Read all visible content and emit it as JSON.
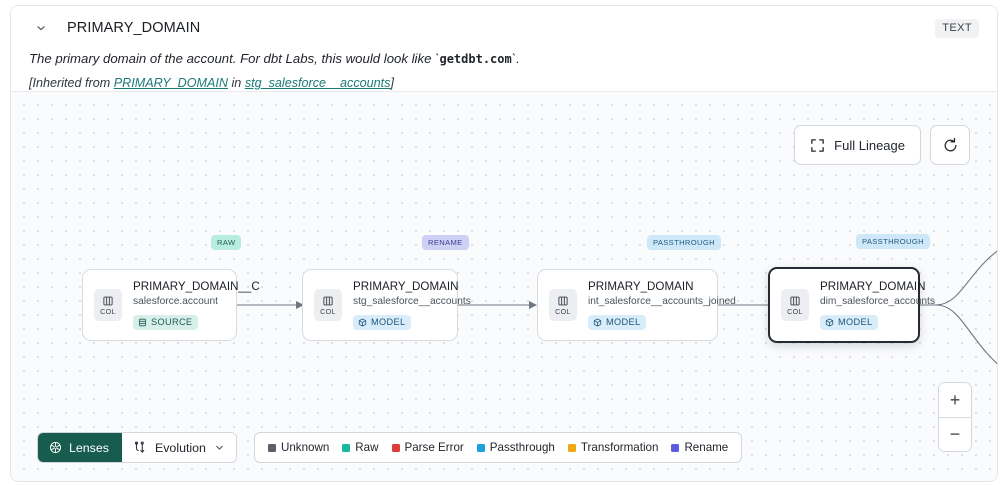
{
  "header": {
    "title": "PRIMARY_DOMAIN",
    "type_badge": "TEXT",
    "chevron_icon": "chevron-down-icon",
    "description_prefix": "The primary domain of the account. For dbt Labs, this would look like `",
    "description_code": "getdbt.com",
    "description_suffix": "`.",
    "inherited_prefix": "[Inherited from ",
    "inherited_link_1": "PRIMARY_DOMAIN",
    "inherited_middle": " in ",
    "inherited_link_2": "stg_salesforce__accounts",
    "inherited_suffix": "]"
  },
  "canvas": {
    "toolbar": {
      "full_lineage_label": "Full Lineage",
      "full_lineage_icon": "expand-icon",
      "refresh_icon": "refresh-icon"
    },
    "zoom": {
      "zoom_in_label": "+",
      "zoom_out_label": "−"
    }
  },
  "graph": {
    "col_chip_label": "COL",
    "nodes": [
      {
        "tag": "RAW",
        "tag_class": "tag-raw",
        "title": "PRIMARY_DOMAIN__C",
        "subtitle": "salesforce.account",
        "kind": "SOURCE",
        "kind_class": "kind-source",
        "kind_icon": "database-icon",
        "selected": false
      },
      {
        "tag": "RENAME",
        "tag_class": "tag-rename",
        "title": "PRIMARY_DOMAIN",
        "subtitle": "stg_salesforce__accounts",
        "kind": "MODEL",
        "kind_class": "kind-model",
        "kind_icon": "cube-icon",
        "selected": false
      },
      {
        "tag": "PASSTHROUGH",
        "tag_class": "tag-passthrough",
        "title": "PRIMARY_DOMAIN",
        "subtitle": "int_salesforce__accounts_joined",
        "kind": "MODEL",
        "kind_class": "kind-model",
        "kind_icon": "cube-icon",
        "selected": false
      },
      {
        "tag": "PASSTHROUGH",
        "tag_class": "tag-passthrough",
        "title": "PRIMARY_DOMAIN",
        "subtitle": "dim_salesforce_accounts",
        "kind": "MODEL",
        "kind_class": "kind-model",
        "kind_icon": "cube-icon",
        "selected": true
      }
    ]
  },
  "bottom_bar": {
    "lenses_label": "Lenses",
    "lenses_icon": "aperture-icon",
    "evolution_label": "Evolution",
    "evolution_icon": "flow-branch-icon",
    "evolution_chevron_icon": "chevron-down-icon",
    "legend": [
      {
        "label": "Unknown",
        "color": "#5b626b"
      },
      {
        "label": "Raw",
        "color": "#17b8a0"
      },
      {
        "label": "Parse Error",
        "color": "#e23b3b"
      },
      {
        "label": "Passthrough",
        "color": "#1e9fe0"
      },
      {
        "label": "Transformation",
        "color": "#f2a517"
      },
      {
        "label": "Rename",
        "color": "#5b5ce0"
      }
    ]
  }
}
